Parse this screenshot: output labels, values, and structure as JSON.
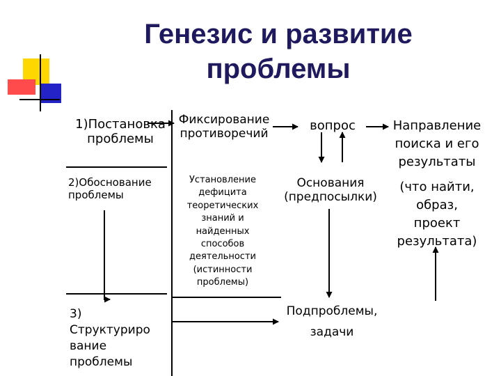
{
  "title": {
    "line1": "Генезис и развитие",
    "line2": "проблемы"
  },
  "stages": {
    "s1": [
      "1)Постановка",
      "проблемы"
    ],
    "s2": [
      "2)Обоснование",
      "проблемы"
    ],
    "s3": [
      "3)",
      "Структуриро",
      "вание",
      "проблемы"
    ]
  },
  "column2": {
    "fix": [
      "Фиксирование",
      "противоречий"
    ],
    "establish": [
      "Установление",
      "дефицита",
      "теоретических",
      "знаний и",
      "найденных",
      "способов",
      "деятельности",
      "(истинности",
      "проблемы)"
    ]
  },
  "column3": {
    "question": "вопрос",
    "grounds": [
      "Основания",
      "(предпосылки)"
    ],
    "subproblems": [
      "Подпроблемы,",
      "задачи"
    ]
  },
  "column4": {
    "direction": [
      "Направление",
      "поиска и его",
      "результаты"
    ],
    "what": [
      "(что найти,",
      "образ,",
      "проект",
      "результата)"
    ]
  },
  "colors": {
    "title": "#1f1a5e",
    "deco_yellow": "#ffd700",
    "deco_red": "#ff4b4b",
    "deco_blue": "#2323c8",
    "line": "#000000"
  }
}
